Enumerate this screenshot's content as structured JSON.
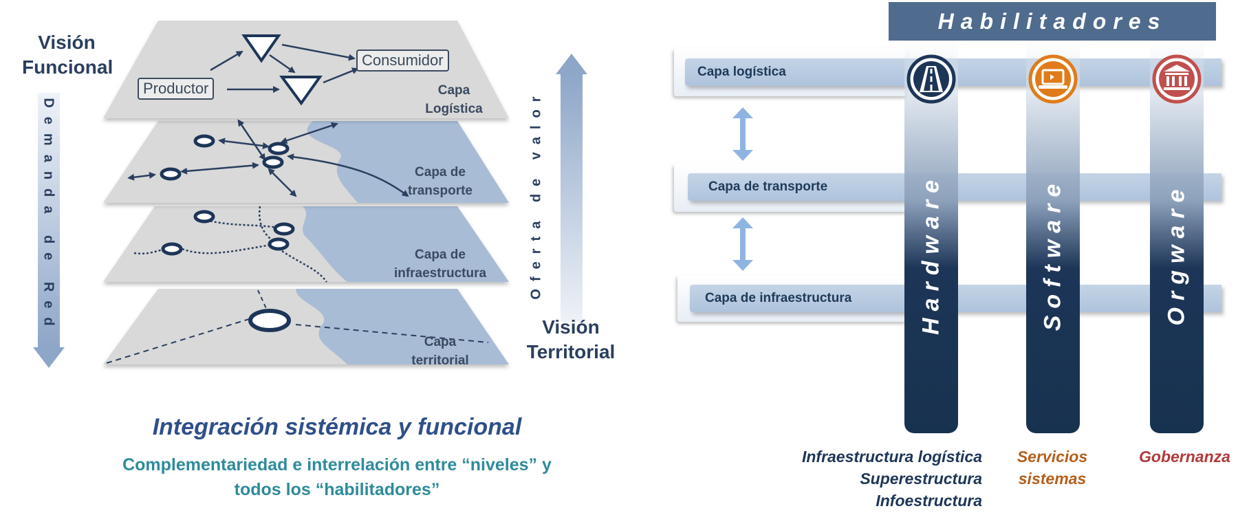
{
  "left_diagram": {
    "vision_funcional": [
      "Visión",
      "Funcional"
    ],
    "demanda": "Demanda de Red",
    "oferta": "Oferta de valor",
    "vision_territorial": [
      "Visión",
      "Territorial"
    ],
    "productor": "Productor",
    "consumidor": "Consumidor",
    "layers": [
      [
        "Capa",
        "Logística"
      ],
      [
        "Capa de",
        "transporte"
      ],
      [
        "Capa de",
        "infraestructura"
      ],
      [
        "Capa",
        "territorial"
      ]
    ]
  },
  "caption": {
    "title": "Integración sistémica y funcional",
    "subtitle_line1": "Complementariedad e interrelación entre “niveles” y",
    "subtitle_line2": "todos los “habilitadores”"
  },
  "right_diagram": {
    "header": "Habilitadores",
    "bands": [
      "Capa logística",
      "Capa de transporte",
      "Capa de infraestructura"
    ],
    "pillars": [
      {
        "label": "Hardware",
        "icon": "road-icon",
        "color": "#1d3557"
      },
      {
        "label": "Software",
        "icon": "laptop-icon",
        "color": "#e07b1a"
      },
      {
        "label": "Orgware",
        "icon": "institution-icon",
        "color": "#c0504d"
      }
    ],
    "hardware_items": [
      "Infraestructura logística",
      "Superestructura",
      "Infoestructura"
    ],
    "software_items": [
      "Servicios",
      "sistemas"
    ],
    "orgware_items": [
      "Gobernanza"
    ]
  },
  "colors": {
    "navy": "#1d3557",
    "orange": "#b45f1a",
    "red": "#b03a3a",
    "teal": "#2e8b9a",
    "caption_blue": "#2f4f8a",
    "layer_gray": "#d9d9d9",
    "water_blue": "#a9bcd6"
  }
}
